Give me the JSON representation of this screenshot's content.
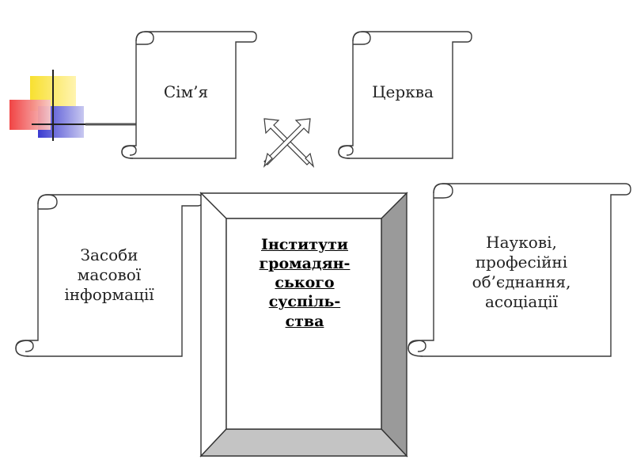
{
  "scrolls": {
    "family": "Сім’я",
    "church": "Церква",
    "media": [
      "Засоби",
      "масової",
      "інформації"
    ],
    "science": [
      "Наукові,",
      "професійні",
      "об’єднання,",
      "асоціації"
    ]
  },
  "center": [
    "Інститути",
    "громадян-",
    "ського",
    "суспіль-",
    "ства"
  ]
}
